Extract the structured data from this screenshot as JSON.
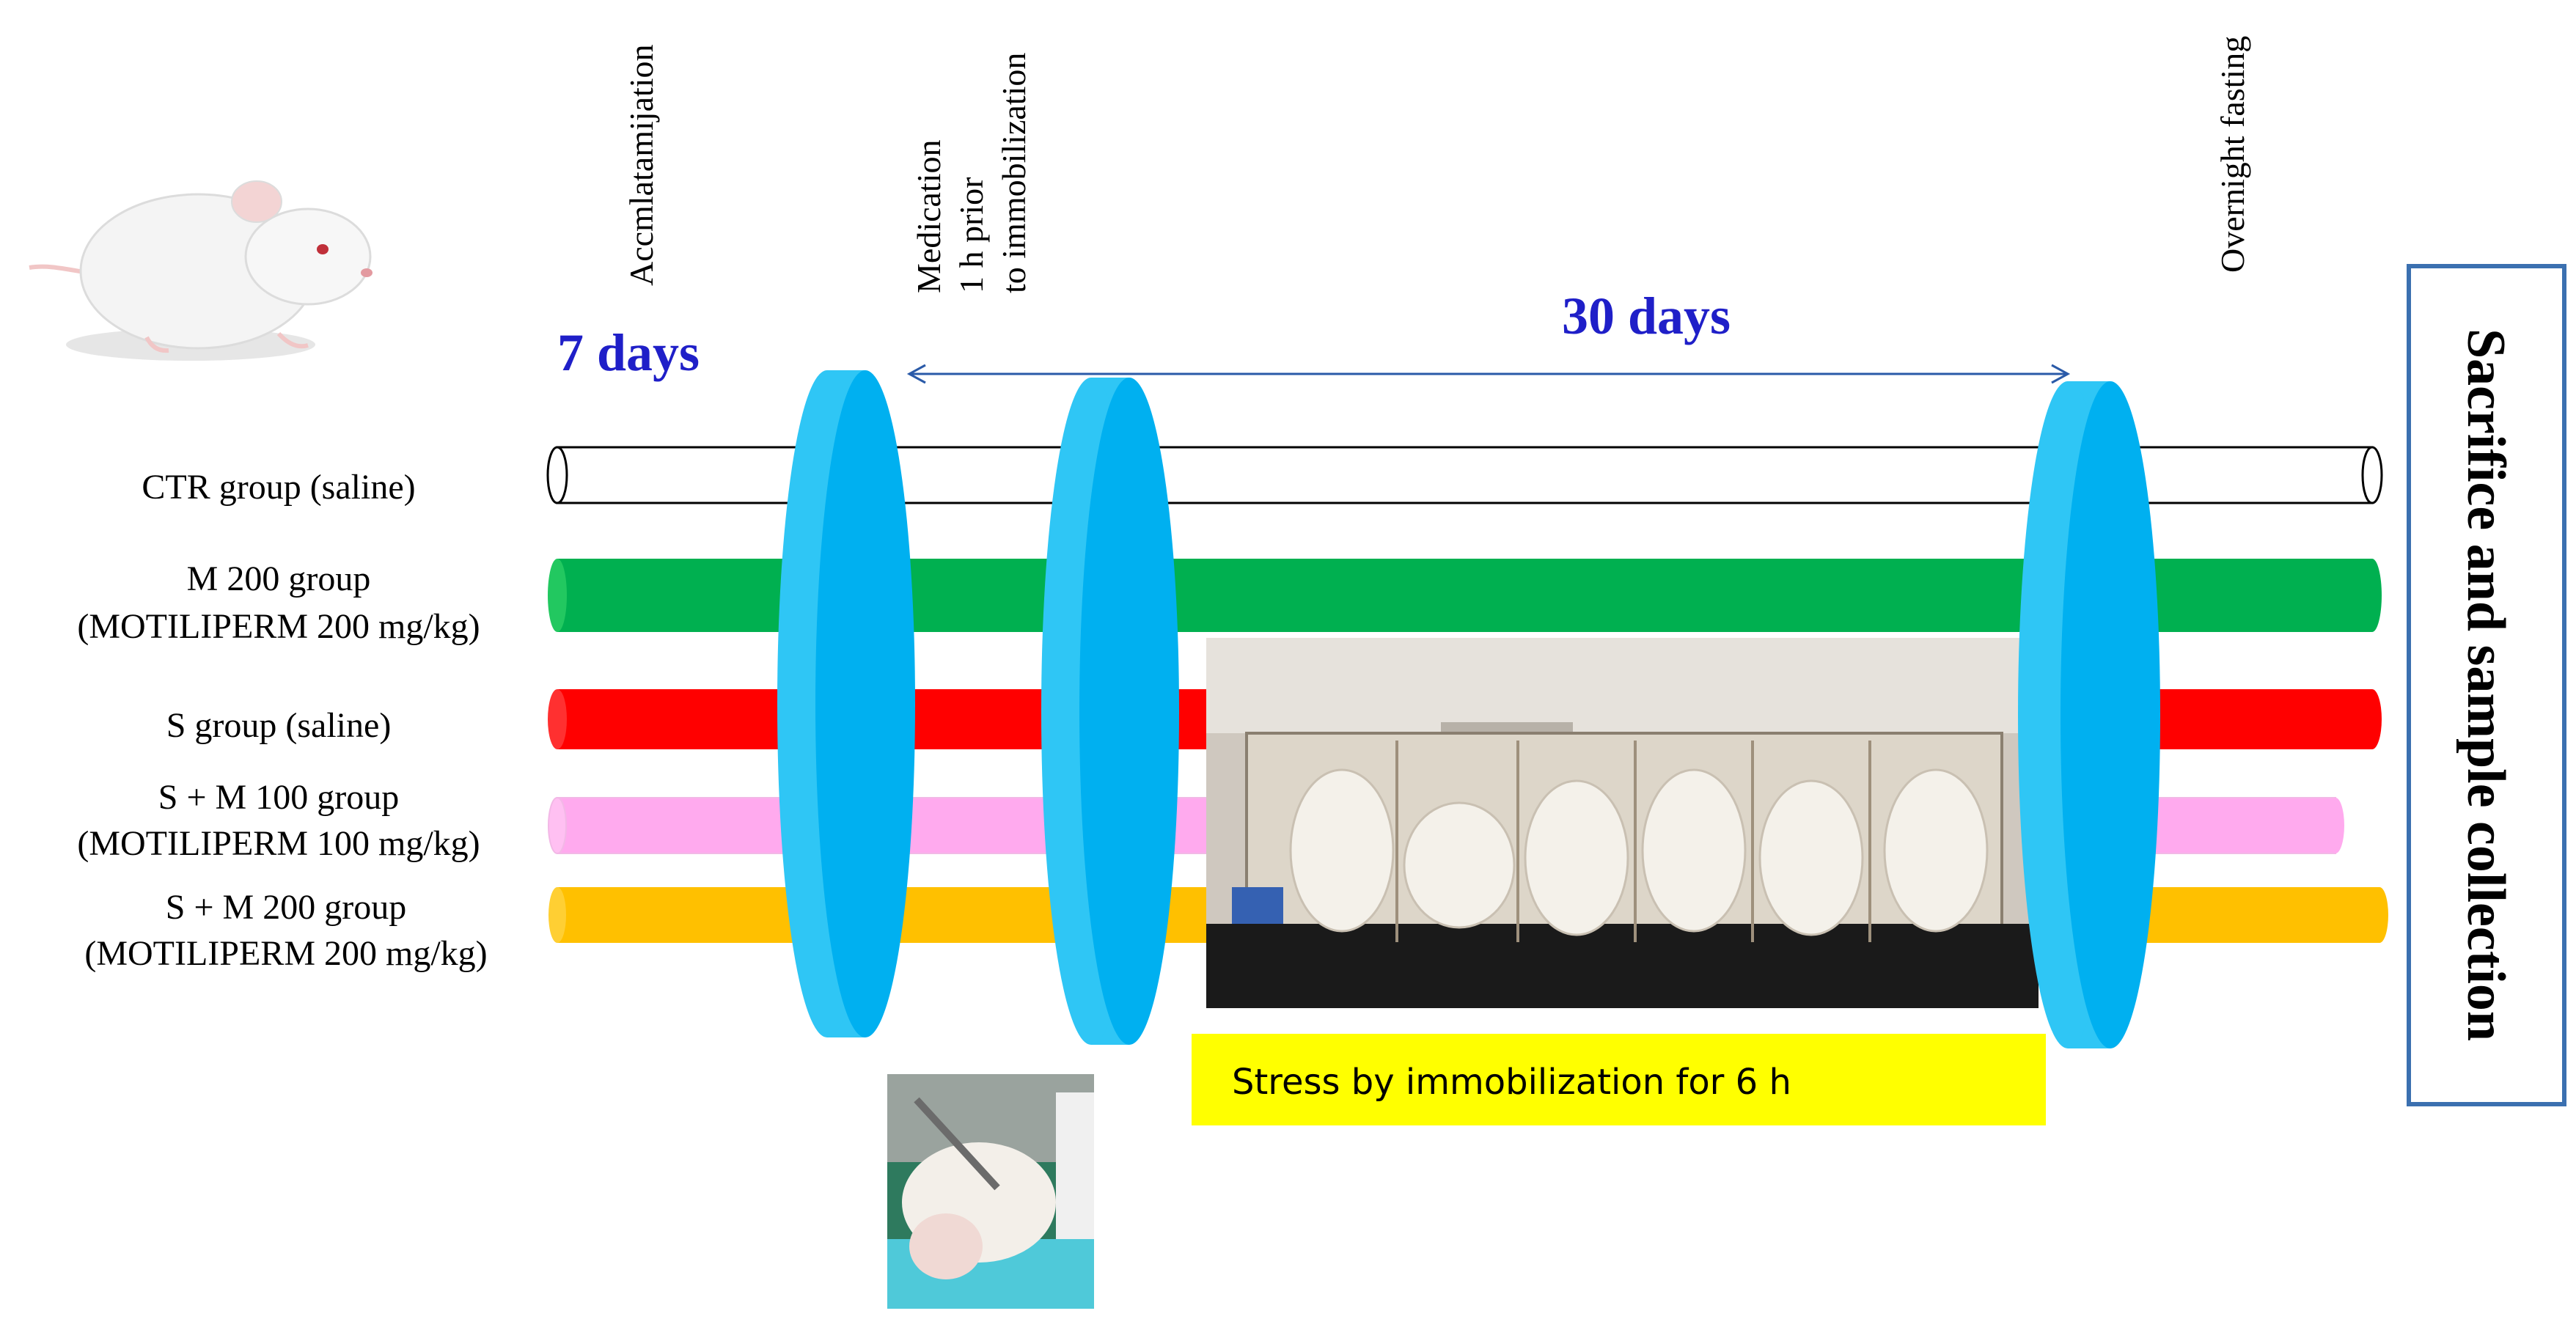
{
  "colors": {
    "disc_face": "#00b0f0",
    "disc_edge": "#2fc6f5",
    "days_text": "#1f1fc8",
    "arrow": "#2a5aa8",
    "stress_box": "#ffff00",
    "sacrifice_border": "#3b70b0"
  },
  "timeline": {
    "acclimatization": "Accmlatamijation",
    "medication": [
      "Medication",
      "1 h prior",
      "to immobilization"
    ],
    "overnight": "Overnight fasting",
    "days7": "7 days",
    "days30": "30 days",
    "stress": "Stress by immobilization for 6 h",
    "sacrifice": "Sacrifice and sample collection"
  },
  "groups": [
    {
      "lines": [
        "CTR group (saline)"
      ],
      "color": "#ffffff",
      "outlined": true
    },
    {
      "lines": [
        "M 200 group",
        "(MOTILIPERM 200 mg/kg)"
      ],
      "color": "#00b050",
      "outlined": false
    },
    {
      "lines": [
        "S group (saline)"
      ],
      "color": "#ff0000",
      "outlined": false
    },
    {
      "lines": [
        "S + M 100 group",
        "(MOTILIPERM 100 mg/kg)"
      ],
      "color": "#ffaaee",
      "outlined": false
    },
    {
      "lines": [
        "S + M 200 group",
        "(MOTILIPERM 200 mg/kg)"
      ],
      "color": "#ffc000",
      "outlined": false
    }
  ],
  "icons": {
    "rat": "white-rat-icon",
    "injection_photo": "rat-injection-photo",
    "restraint_photo": "rat-restraint-cage-photo"
  }
}
